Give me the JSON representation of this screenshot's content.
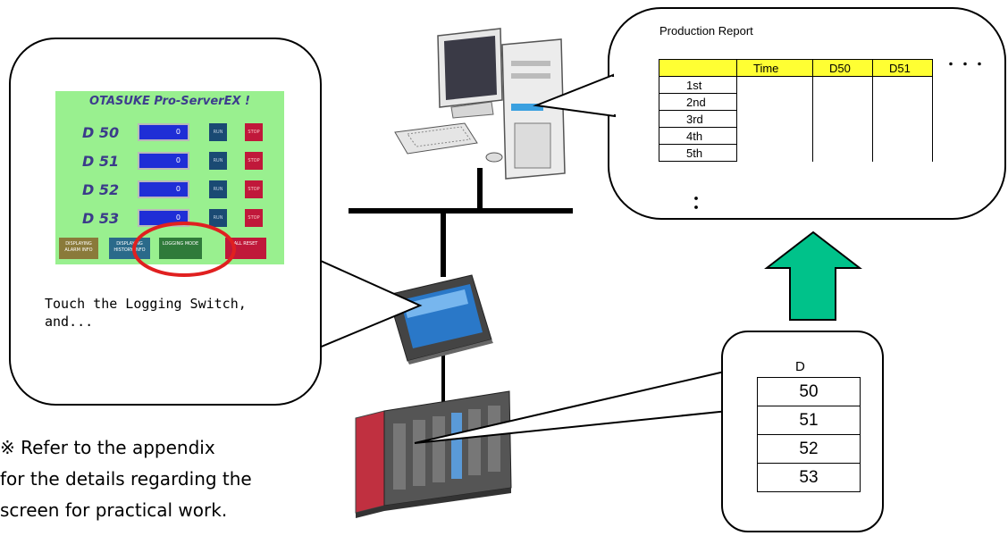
{
  "hmi_screen": {
    "title": "OTASUKE Pro-ServerEX !",
    "rows": [
      {
        "label": "D 50",
        "value": "0",
        "run": "RUN",
        "stop": "STOP"
      },
      {
        "label": "D 51",
        "value": "0",
        "run": "RUN",
        "stop": "STOP"
      },
      {
        "label": "D 52",
        "value": "0",
        "run": "RUN",
        "stop": "STOP"
      },
      {
        "label": "D 53",
        "value": "0",
        "run": "RUN",
        "stop": "STOP"
      }
    ],
    "buttons": [
      {
        "label": "DISPLAYING ALARM INFO",
        "color": "#8a7a3a"
      },
      {
        "label": "DISPLAYING HISTORY INFO",
        "color": "#2a6a8a"
      },
      {
        "label": "LOGGING MODE",
        "color": "#2f7a3a"
      },
      {
        "label": "ALL RESET",
        "color": "#c0183a"
      }
    ],
    "highlight_color": "#e02020"
  },
  "caption": {
    "line1": "Touch the Logging Switch,",
    "line2": "and..."
  },
  "report": {
    "title": "Production Report",
    "columns": [
      "",
      "Time",
      "D50",
      "D51"
    ],
    "rows": [
      "1st",
      "2nd",
      "3rd",
      "4th",
      "5th"
    ],
    "more": "・・・",
    "vertical_more": "："
  },
  "device_memory": {
    "header": "D",
    "cells": [
      "50",
      "51",
      "52",
      "53"
    ]
  },
  "arrow_color": "#00c28a",
  "note": {
    "line1": "※  Refer to the appendix",
    "line2": "for the details regarding the",
    "line3": "screen for practical work."
  }
}
